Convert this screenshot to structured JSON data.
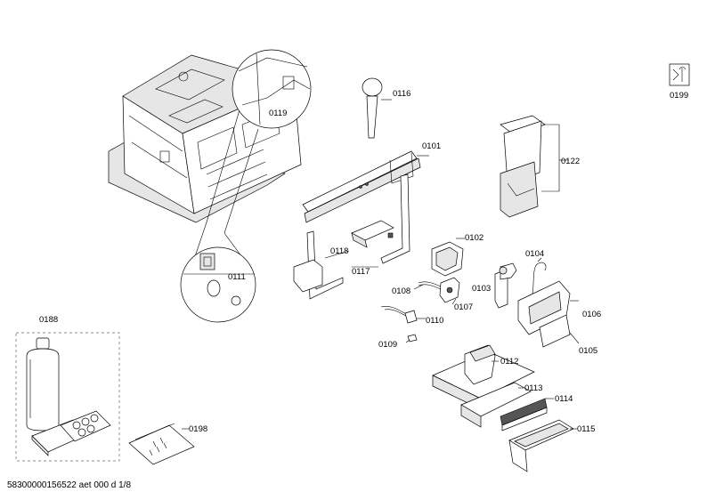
{
  "labels": {
    "p0101": "0101",
    "p0102": "0102",
    "p0103": "0103",
    "p0104": "0104",
    "p0105": "0105",
    "p0106": "0106",
    "p0107": "0107",
    "p0108": "0108",
    "p0109": "0109",
    "p0110": "0110",
    "p0111": "0111",
    "p0112": "0112",
    "p0113": "0113",
    "p0114": "0114",
    "p0115": "0115",
    "p0116": "0116",
    "p0117": "0117",
    "p0118": "0118",
    "p0119": "0119",
    "p0122": "0122",
    "p0188": "0188",
    "p0198": "0198",
    "p0199": "0199"
  },
  "footer": "58300000156522 aet 000 d 1/8"
}
